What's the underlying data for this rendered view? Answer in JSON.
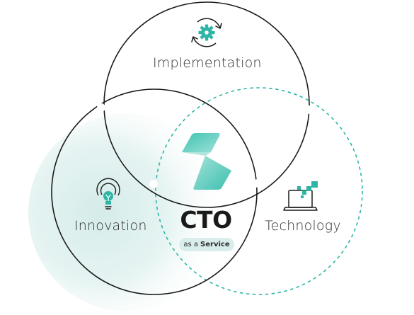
{
  "diagram": {
    "type": "venn",
    "circles": [
      {
        "label": "Implementation",
        "icon": "gear-cycle-icon",
        "border": "solid"
      },
      {
        "label": "Innovation",
        "icon": "lightbulb-icon",
        "border": "solid"
      },
      {
        "label": "Technology",
        "icon": "laptop-icon",
        "border": "dashed"
      }
    ],
    "center": {
      "logo": "s-logo-icon",
      "title": "CTO",
      "subtitle_prefix": "as a",
      "subtitle_strong": "Service"
    },
    "colors": {
      "accent": "#2fb5a6",
      "accent_light": "#cfe9e6",
      "stroke": "#1a1a1a",
      "badge": "#d9eeec"
    }
  }
}
